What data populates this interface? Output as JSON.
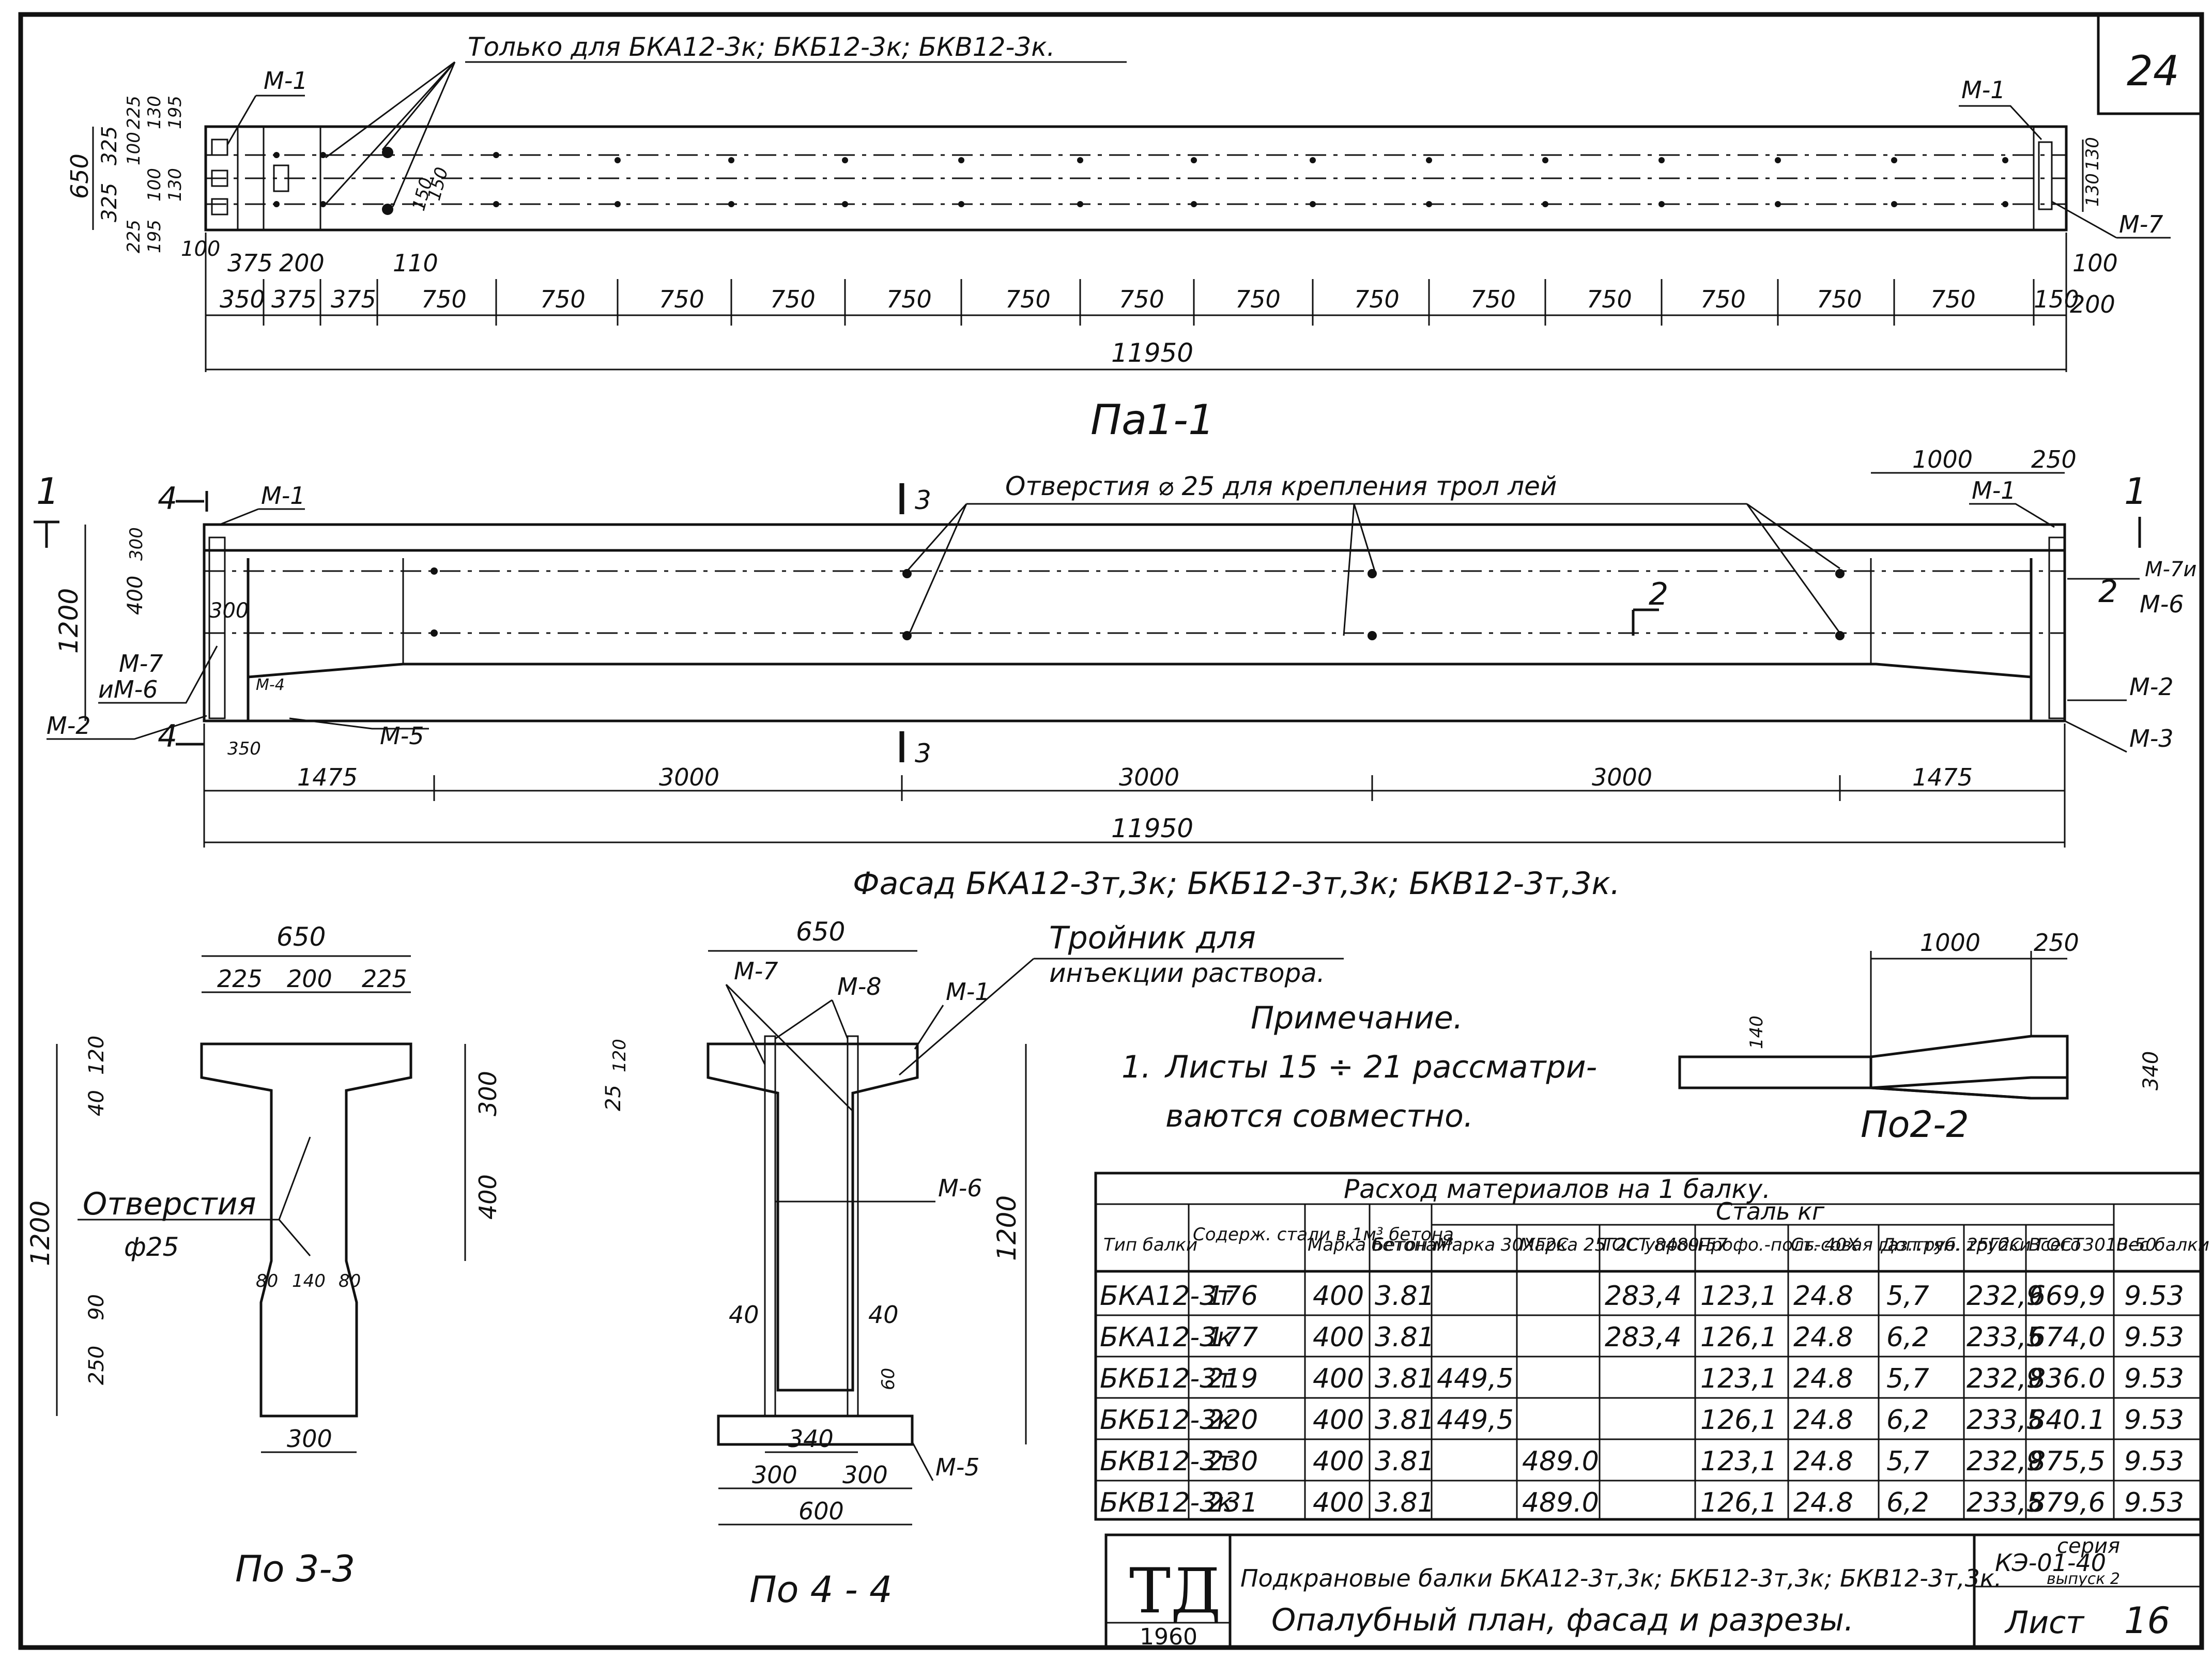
{
  "page_number": "24",
  "plan_1_1": {
    "title": "Па1-1",
    "note": "Только для БКА12-3к; БКБ12-3к; БКВ12-3к.",
    "markers": [
      "М-1",
      "М-1",
      "М-7"
    ],
    "left_vertical_dims": [
      "650",
      "325",
      "325",
      "225",
      "100",
      "130",
      "195",
      "225",
      "100",
      "130",
      "195"
    ],
    "right_vertical_dims": [
      "130",
      "130"
    ],
    "small_dims": [
      "100",
      "375",
      "200",
      "110",
      "150",
      "150",
      "100",
      "200"
    ],
    "bottom_dims": [
      "350",
      "375",
      "375",
      "750",
      "750",
      "750",
      "750",
      "750",
      "750",
      "750",
      "750",
      "750",
      "750",
      "750",
      "750",
      "750",
      "750",
      "150"
    ],
    "total": "11950"
  },
  "facade": {
    "title": "Фасад БКА12-3т,3к; БКБ12-3т,3к; БКВ12-3т,3к.",
    "holes_note": "Отверстия  ⌀ 25  для  крепления  трол лей",
    "markers_left": [
      "М-1",
      "М-7",
      "иМ-6",
      "М-2",
      "М-4",
      "М-5"
    ],
    "markers_right": [
      "М-1",
      "М-7и",
      "М-6",
      "М-2",
      "М-3"
    ],
    "section_marks": [
      "1",
      "4",
      "3",
      "3",
      "2",
      "2",
      "1",
      "4"
    ],
    "vertical_dims": [
      "1200",
      "300",
      "400",
      "300"
    ],
    "top_right_dims": [
      "1000",
      "250"
    ],
    "small_dims": [
      "350"
    ],
    "bottom_dims": [
      "1475",
      "3000",
      "3000",
      "3000",
      "1475"
    ],
    "total": "11950"
  },
  "section_3_3": {
    "title": "По 3-3",
    "top_dims": [
      "650",
      "225",
      "200",
      "225"
    ],
    "left_dims": [
      "1200",
      "40",
      "120",
      "90",
      "250"
    ],
    "right_dims": [
      "300",
      "400"
    ],
    "web_dims": [
      "80",
      "140",
      "80"
    ],
    "bottom_dim": "300",
    "holes_label": "Отверстия",
    "holes_dia": "ф25"
  },
  "section_4_4": {
    "title": "По 4 - 4",
    "top_dim": "650",
    "markers": [
      "М-7",
      "М-8",
      "М-1",
      "М-6",
      "М-5"
    ],
    "left_dims": [
      "25",
      "120",
      "40"
    ],
    "right_dims": [
      "40",
      "60",
      "1200"
    ],
    "bottom_dims": [
      "340",
      "300",
      "300",
      "600"
    ],
    "tee_note_1": "Тройник для",
    "tee_note_2": "инъекции раствора."
  },
  "section_2_2": {
    "title": "По2-2",
    "dims": [
      "1000",
      "250",
      "140",
      "340"
    ]
  },
  "notes": {
    "heading": "Примечание.",
    "item_num": "1.",
    "line_1": "Листы  15 ÷ 21 рассматри-",
    "line_2": "ваются  совместно."
  },
  "materials_table": {
    "title": "Расход материалов на 1 балку.",
    "steel_group": "Сталь  кг",
    "headers": [
      "Тип балки",
      "Содерж. стали в 1м³ бетона",
      "Марка бетона",
      "Бетон м³",
      "Марка 30ХГ2С",
      "Марка 25Г2С упрочн.",
      "ГОСТ 8480-57",
      "Профо.-поль-совая газ.труб.",
      "Ст. 40Х",
      "Доп.тян. трубки ГОСТ3010-50",
      "25Г2С",
      "Всего",
      "Вес балки т"
    ],
    "rows": [
      [
        "БКА12-3т",
        "176",
        "400",
        "3.81",
        "",
        "",
        "283,4",
        "123,1",
        "24.8",
        "5,7",
        "232,9",
        "669,9",
        "9.53"
      ],
      [
        "БКА12-3к",
        "177",
        "400",
        "3.81",
        "",
        "",
        "283,4",
        "126,1",
        "24.8",
        "6,2",
        "233,5",
        "674,0",
        "9.53"
      ],
      [
        "БКБ12-3т",
        "219",
        "400",
        "3.81",
        "449,5",
        "",
        "",
        "123,1",
        "24.8",
        "5,7",
        "232,9",
        "836.0",
        "9.53"
      ],
      [
        "БКБ12-3к",
        "220",
        "400",
        "3.81",
        "449,5",
        "",
        "",
        "126,1",
        "24.8",
        "6,2",
        "233,5",
        "840.1",
        "9.53"
      ],
      [
        "БКВ12-3т",
        "230",
        "400",
        "3.81",
        "",
        "489.0",
        "",
        "123,1",
        "24.8",
        "5,7",
        "232,9",
        "875,5",
        "9.53"
      ],
      [
        "БКВ12-3к",
        "231",
        "400",
        "3.81",
        "",
        "489.0",
        "",
        "126,1",
        "24.8",
        "6,2",
        "233,5",
        "879,6",
        "9.53"
      ]
    ]
  },
  "title_block": {
    "logo": "ТД",
    "year": "1960",
    "line_1": "Подкрановые балки БКА12-3т,3к; БКБ12-3т,3к; БКВ12-3т,3к.",
    "line_2": "Опалубный план, фасад и разрезы.",
    "series_label": "серия",
    "series": "КЭ-01-40",
    "issue": "выпуск 2",
    "sheet_label": "Лист",
    "sheet": "16"
  }
}
